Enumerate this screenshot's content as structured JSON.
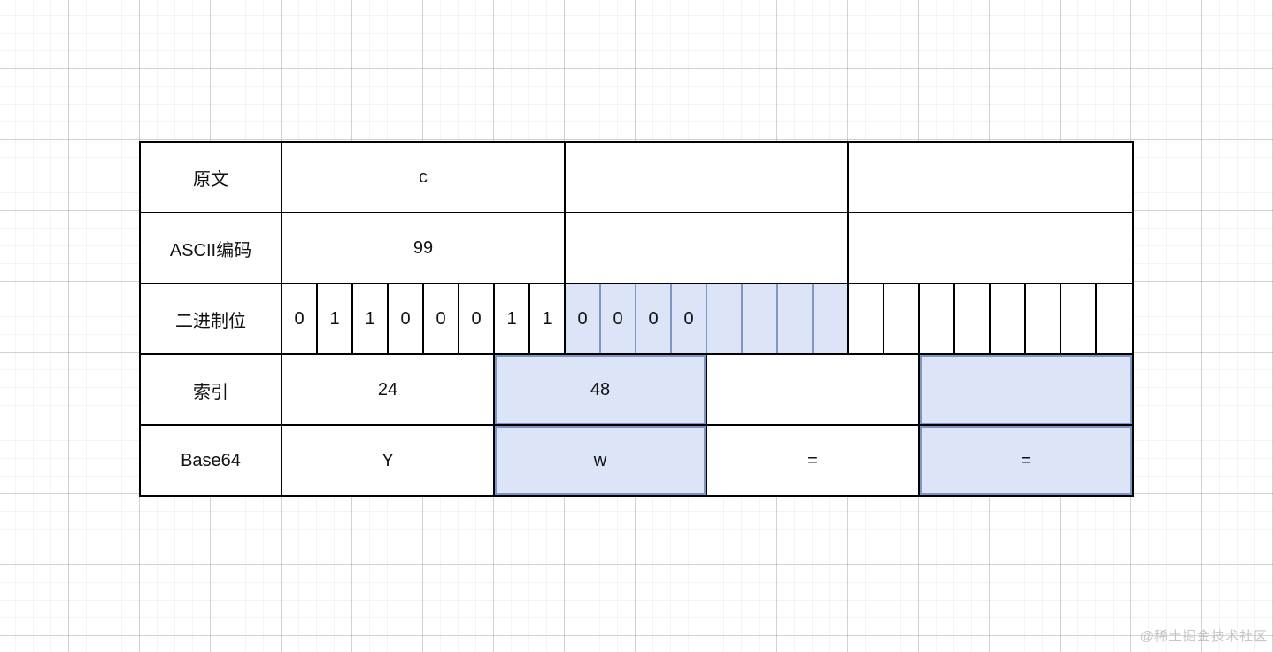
{
  "diagram": {
    "title_hint": "Base64 encoding of character c",
    "rows": {
      "original": {
        "label": "原文",
        "cells": [
          "c",
          "",
          ""
        ]
      },
      "ascii": {
        "label": "ASCII编码",
        "cells": [
          "99",
          "",
          ""
        ]
      },
      "binary": {
        "label": "二进制位",
        "bits": [
          "0",
          "1",
          "1",
          "0",
          "0",
          "0",
          "1",
          "1",
          "0",
          "0",
          "0",
          "0",
          "",
          "",
          "",
          "",
          "",
          "",
          "",
          "",
          "",
          "",
          "",
          ""
        ]
      },
      "index": {
        "label": "索引",
        "cells": [
          "24",
          "48",
          "",
          ""
        ]
      },
      "base64": {
        "label": "Base64",
        "cells": [
          "Y",
          "w",
          "=",
          "="
        ]
      }
    }
  },
  "watermark": "@稀土掘金技术社区",
  "colors": {
    "cell_border": "#000000",
    "highlight_fill": "#dbe5f7",
    "highlight_border": "#7e96c4",
    "watermark_text": "#c5c5c5",
    "grid_minor": "#ededed",
    "grid_major": "#c9c9c9"
  }
}
